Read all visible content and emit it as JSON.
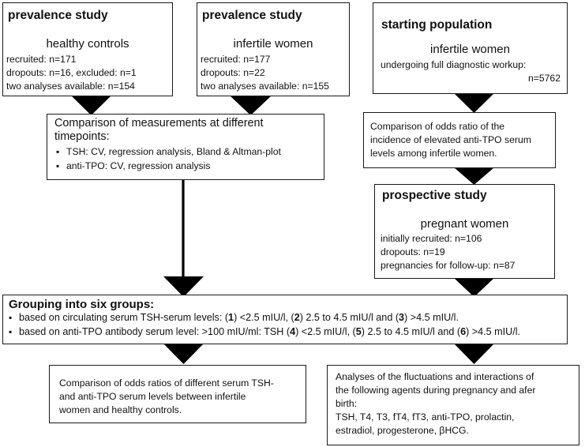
{
  "box1": {
    "title": "prevalence study",
    "subtitle": "healthy controls",
    "lines": [
      "recruited: n=171",
      "dropouts: n=16, excluded: n=1",
      "two analyses available: n=154"
    ]
  },
  "box2": {
    "title": "prevalence study",
    "subtitle": "infertile women",
    "lines": [
      "recruited: n=177",
      "dropouts: n=22",
      "two analyses available: n=155"
    ]
  },
  "box3": {
    "title": "starting population",
    "subtitle": "infertile women",
    "line1": "undergoing full diagnostic workup:",
    "line2": "n=5762"
  },
  "comparison": {
    "title_line1": "Comparison of measurements at different",
    "title_line2": "timepoints:",
    "bullets": [
      "TSH: CV, regression analysis, Bland & Altman-plot",
      "anti-TPO: CV, regression analysis"
    ]
  },
  "odds_box": {
    "lines": [
      "Comparison of odds ratio of the",
      "incidence of elevated anti-TPO serum",
      "levels among infertile women."
    ]
  },
  "prospective": {
    "title": "prospective study",
    "subtitle": "pregnant women",
    "lines": [
      "initially recruited: n=106",
      "dropouts: n=19",
      "pregnancies for follow-up: n=87"
    ]
  },
  "grouping": {
    "title": "Grouping into six groups:",
    "b1_pre": "based on circulating serum TSH-serum levels: (",
    "b1_n1": "1",
    "b1_t1": ") <2.5 mIU/l, (",
    "b1_n2": "2",
    "b1_t2": ") 2.5 to 4.5 mIU/l and (",
    "b1_n3": "3",
    "b1_t3": ") >4.5 mIU/l.",
    "b2_pre": "based on anti-TPO antibody serum level: >100 mIU/ml: TSH (",
    "b2_n1": "4",
    "b2_t1": ") <2.5 mIU/l, (",
    "b2_n2": "5",
    "b2_t2": ") 2.5 to 4.5 mIU/l and (",
    "b2_n3": "6",
    "b2_t3": ") >4.5 mIU/l."
  },
  "bottom_left": {
    "lines": [
      "Comparison of odds ratios of different serum TSH-",
      "and anti-TPO serum levels between infertile",
      "women and healthy controls."
    ]
  },
  "bottom_right": {
    "lines": [
      "Analyses of the fluctuations and interactions of",
      "the following agents during pregnancy and afer",
      "birth:",
      "TSH, T4, T3, fT4, fT3, anti-TPO, prolactin,",
      "estradiol, progesterone, βHCG."
    ]
  }
}
